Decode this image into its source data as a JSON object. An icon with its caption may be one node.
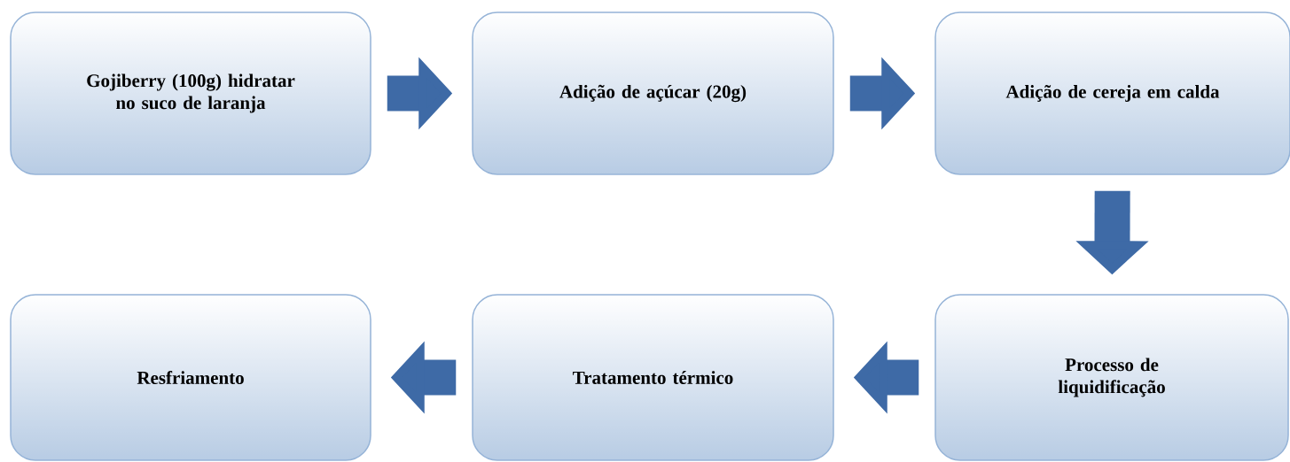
{
  "diagram": {
    "nodes": [
      {
        "text": [
          "Gojiberry (100g) hidratar no suco de laranja"
        ]
      },
      {
        "text": [
          "Adição de açúcar (20g)"
        ]
      },
      {
        "text": [
          "Adição de cereja em calda"
        ]
      },
      {
        "text": [
          "Processo de liquidificação"
        ]
      },
      {
        "text": [
          "Tratamento térmico"
        ]
      },
      {
        "text": [
          "Resfriamento"
        ]
      }
    ],
    "edges": [
      {
        "from": 0,
        "to": 1,
        "arrow": "to"
      },
      {
        "from": 1,
        "to": 2,
        "arrow": "to"
      },
      {
        "from": 2,
        "to": 3,
        "arrow": "to"
      },
      {
        "from": 3,
        "to": 4,
        "arrow": "to"
      },
      {
        "from": 4,
        "to": 5,
        "arrow": "to"
      }
    ]
  }
}
